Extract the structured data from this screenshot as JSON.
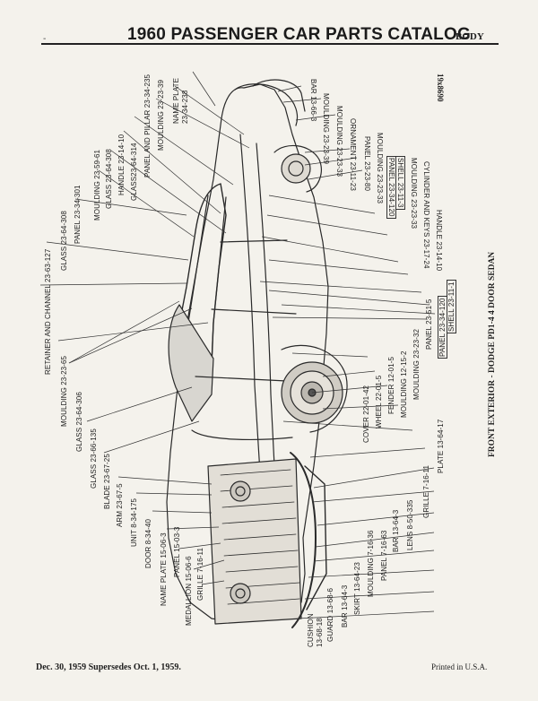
{
  "header": {
    "mark": "-",
    "title": "1960 PASSENGER CAR PARTS CATALOG",
    "section": "BODY"
  },
  "footer": {
    "left": "Dec. 30, 1959 Supersedes Oct. 1, 1959.",
    "right": "Printed in U.S.A."
  },
  "figure": {
    "caption": "FRONT EXTERIOR - DODGE PD1-4 4 DOOR SEDAN",
    "plate_number": "19x8690"
  },
  "labels": {
    "l01": "GRILLE 7-16-11",
    "l02": "MEDALLION 15-06-6",
    "l03": "PANEL 15-03-3",
    "l04": "NAME PLATE 15-06-3",
    "l05": "DOOR 8-34-40",
    "l06": "UNIT 8-34-175",
    "l07": "ARM 23-67-5",
    "l08": "BLADE 23-67-25",
    "l09": "GLASS 23-66-135",
    "l10": "GLASS 23-64-306",
    "l11": "MOULDING 23-23-65",
    "l12": "RETAINER AND CHANNEL 23-63-127",
    "l13": "GLASS 23-64-308",
    "l14": "PANEL 23-34-301",
    "l15": "MOULDING 23-59-61",
    "l16": "GLASS 23-64-308",
    "l17": "HANDLE 23-14-10",
    "l18": "GLASS23-64-314",
    "l19": "PANEL AND PILLAR 23-34-235",
    "l20": "MOULDING 23-23-39",
    "l21a": "NAME PLATE",
    "l21b": "23-34-238",
    "l22": "BAR 13-66-3",
    "l23": "MOULDING 23-23-39",
    "l24": "MOULDING 23-23-33",
    "l25": "ORNAMENT 23-11-23",
    "l26": "PANEL 23-23-80",
    "l27": "MOULDING 23-23-33",
    "l28a": "PANEL 23-34-120",
    "l28b": "SHELL 23-11-3",
    "l29": "MOULDING 23-23-33",
    "l30": "CYLINDER AND KEYS 23-17-24",
    "l31": "HANDLE 23-14-10",
    "l32": "GRILLE 7-16-11",
    "l33": "PLATE 13-64-17",
    "l34": "LENS 8-50-335",
    "l35": "BAR 13-64-3",
    "l36": "PANEL 7-16-63",
    "l37": "MOULDING 7-16-36",
    "l38": "SKIRT 13-64-23",
    "l39": "BAR 13-64-3",
    "l40": "GUARD 13-68-6",
    "l41a": "CUSHION",
    "l41b": "13-68-18",
    "l42": "COVER 22-01-42",
    "l43": "WHEEL 22-01-5",
    "l44": "FENDER 12-01-5",
    "l45": "MOULDING 12-15-2",
    "l46": "MOULDING 23-23-32",
    "l47": "PANEL 23-51-5",
    "l48a": "PANEL 23-34-120",
    "l48b": "SHELL 23-11-1"
  }
}
